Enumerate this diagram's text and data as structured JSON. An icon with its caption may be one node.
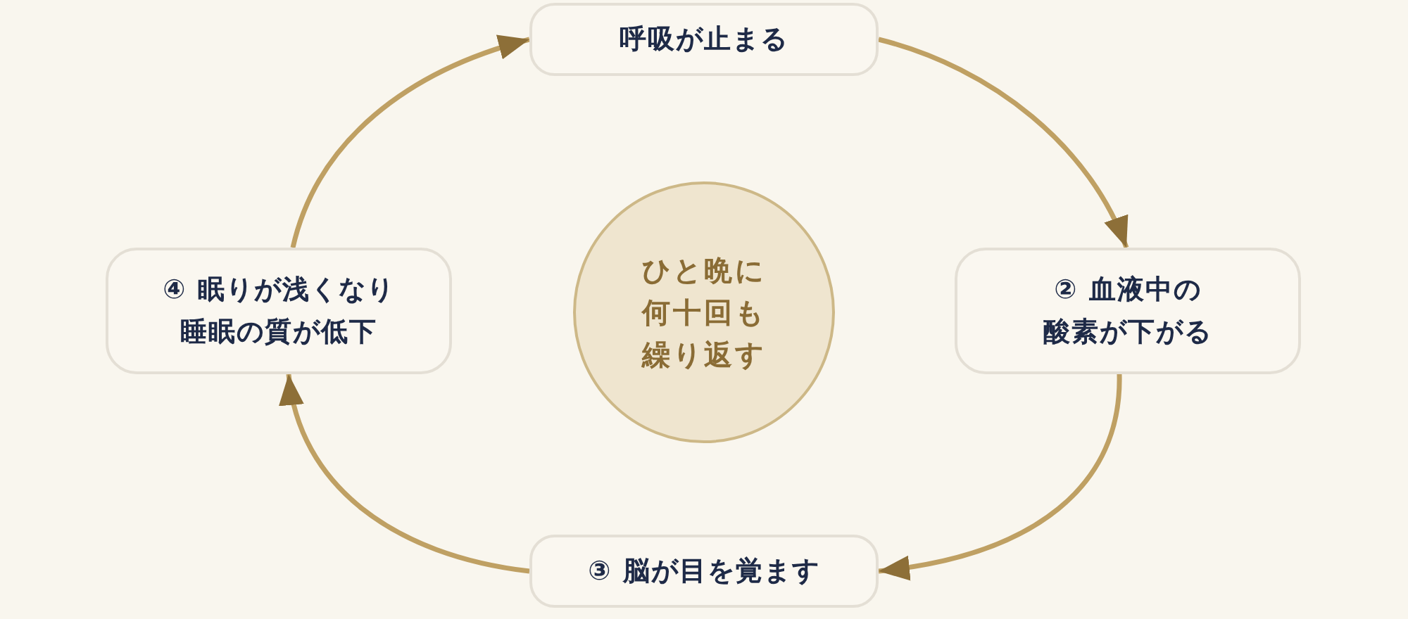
{
  "diagram": {
    "nodes": [
      {
        "text": [
          "呼吸が止まる"
        ]
      },
      {
        "text": [
          "④ 眠りが浅くなり睡眠の質が低下"
        ]
      },
      {
        "text": [
          "ひと晩に何十回も繰り返す"
        ]
      },
      {
        "text": [
          "② 血液中の酸素が下がる"
        ]
      },
      {
        "text": [
          "③ 脳が目を覚ます"
        ]
      }
    ],
    "edges": [
      {
        "from": 0,
        "to": 3,
        "arrow": "to"
      },
      {
        "from": 3,
        "to": 4,
        "arrow": "to"
      },
      {
        "from": 4,
        "to": 1,
        "arrow": "to"
      },
      {
        "from": 1,
        "to": 0,
        "arrow": "to"
      }
    ]
  }
}
